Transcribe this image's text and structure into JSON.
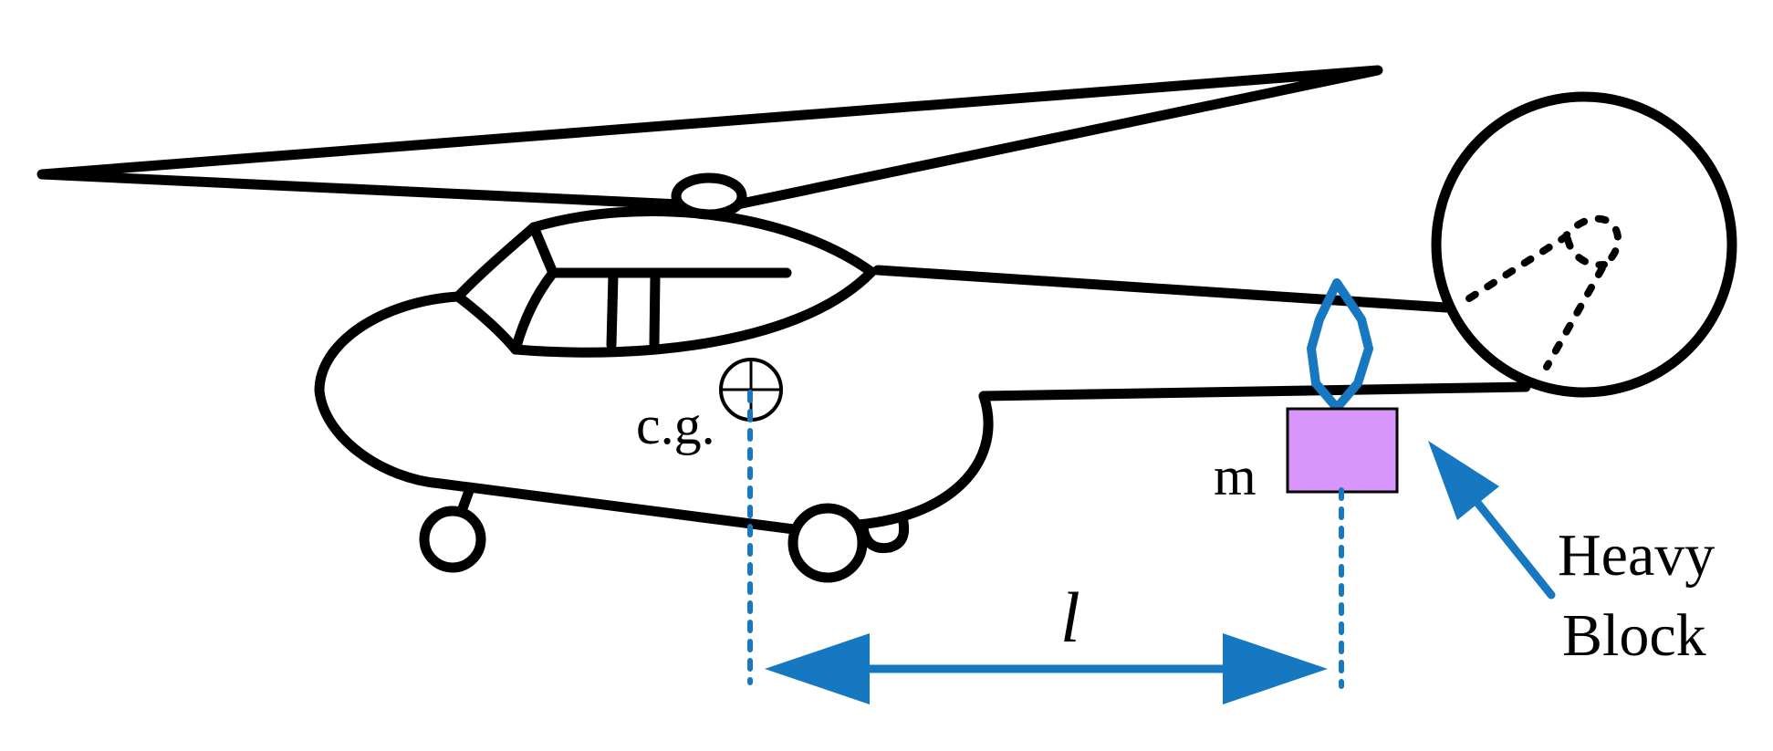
{
  "labels": {
    "cg": "c.g.",
    "mass": "m",
    "length": "l",
    "heavy_block_line1": "Heavy",
    "heavy_block_line2": "Block"
  },
  "colors": {
    "outline": "#000000",
    "accent_blue": "#1778c2",
    "block_fill": "#d895fb"
  }
}
